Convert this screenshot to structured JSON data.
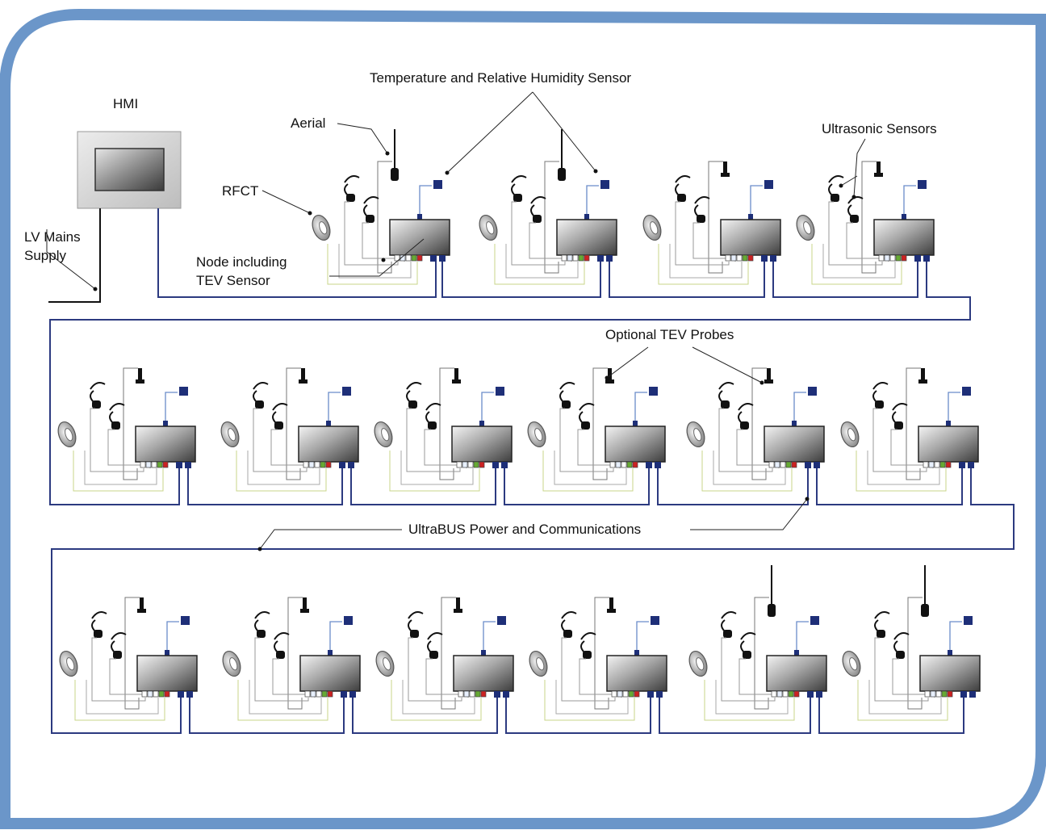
{
  "labels": {
    "hmi": "HMI",
    "lv_line1": "LV Mains",
    "lv_line2": "Supply",
    "rfct": "RFCT",
    "aerial": "Aerial",
    "node_line1": "Node including",
    "node_line2": "TEV Sensor",
    "temp_humidity": "Temperature and Relative Humidity Sensor",
    "ultrasonic": "Ultrasonic Sensors",
    "tev_probes": "Optional TEV Probes",
    "ultrabus": "UltraBUS Power and Communications"
  },
  "rows": [
    {
      "nodes": [
        {
          "sensor": "aerial-tall"
        },
        {
          "sensor": "aerial-tall"
        },
        {
          "sensor": "tev-probe"
        },
        {
          "sensor": "tev-probe"
        }
      ]
    },
    {
      "nodes": [
        {
          "sensor": "tev-probe"
        },
        {
          "sensor": "tev-probe"
        },
        {
          "sensor": "tev-probe"
        },
        {
          "sensor": "tev-probe"
        },
        {
          "sensor": "tev-probe"
        },
        {
          "sensor": "tev-probe"
        }
      ]
    },
    {
      "nodes": [
        {
          "sensor": "tev-probe"
        },
        {
          "sensor": "tev-probe"
        },
        {
          "sensor": "tev-probe"
        },
        {
          "sensor": "tev-probe"
        },
        {
          "sensor": "aerial-tall"
        },
        {
          "sensor": "aerial-tall"
        }
      ]
    }
  ],
  "colors": {
    "frame": "#6b96c9",
    "bus": "#2c3a80",
    "wire": "#8a8a8a",
    "wire_green": "#c8d68a",
    "port_red": "#cc2222",
    "port_green": "#66aa33",
    "sensor_blue": "#1e2f78"
  }
}
